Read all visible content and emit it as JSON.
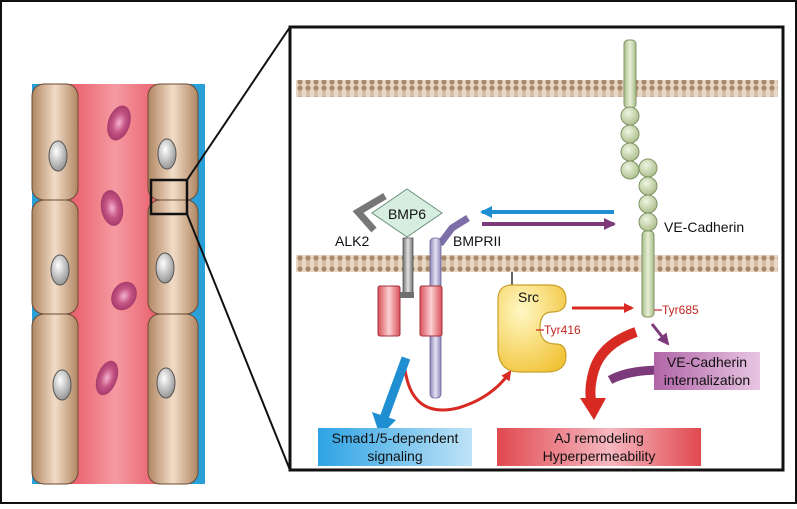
{
  "labels": {
    "ligand": "BMP6",
    "receptor_type1": "ALK2",
    "receptor_type2": "BMPRII",
    "cadherin": "VE-Cadherin",
    "kinase": "Src",
    "src_site": "Tyr416",
    "cadherin_site": "Tyr685"
  },
  "boxes": {
    "smad": [
      "Smad1/5-dependent",
      "signaling"
    ],
    "internalization": [
      "VE-Cadherin",
      "internalization"
    ],
    "outcome": [
      "AJ remodeling",
      "Hyperpermeability"
    ]
  },
  "colors": {
    "membrane": "#a9896b",
    "endothelial_cell": "#c4a27f",
    "vessel_lumen": "#ec6d78",
    "cadherin_bead": "#c9d8b0",
    "red_arrow": "#d82a22",
    "blue_arrow": "#1f8fd2",
    "purple_arrow": "#7c3a7a"
  }
}
